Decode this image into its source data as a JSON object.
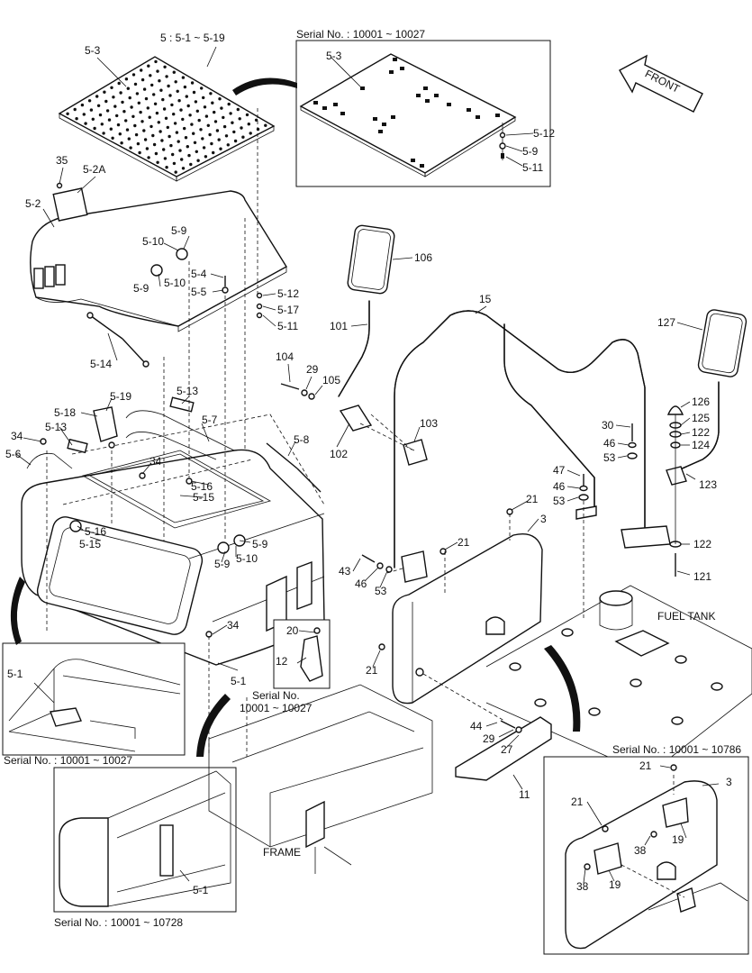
{
  "header": {
    "range_label": "5 : 5-1 ~ 5-19"
  },
  "insets": {
    "top_serial": "Serial No. : 10001 ~ 10027",
    "left_serial": "Serial No. : 10001 ~ 10027",
    "bottom_left_serial": "Serial No. : 10001 ~ 10728",
    "bottom_right_serial": "Serial No. : 10001 ~ 10786",
    "frame_serial_line1": "Serial No.",
    "frame_serial_line2": "10001 ~ 10027"
  },
  "annotations": {
    "front": "FRONT",
    "fuel_tank": "FUEL TANK",
    "frame": "FRAME"
  },
  "callouts": [
    "5-3",
    "35",
    "5-2A",
    "5-2",
    "5-9",
    "5-10",
    "5-9",
    "5-10",
    "5-4",
    "5-5",
    "5-12",
    "5-17",
    "5-11",
    "5-14",
    "5-13",
    "5-19",
    "5-18",
    "5-13",
    "5-7",
    "34",
    "5-6",
    "34",
    "5-8",
    "5-16",
    "5-15",
    "5-16",
    "5-15",
    "5-9",
    "5-9",
    "5-10",
    "34",
    "5-1",
    "20",
    "12",
    "5-3",
    "5-12",
    "5-9",
    "5-11",
    "106",
    "101",
    "104",
    "29",
    "105",
    "102",
    "103",
    "15",
    "127",
    "126",
    "125",
    "122",
    "124",
    "30",
    "46",
    "53",
    "123",
    "47",
    "46",
    "53",
    "21",
    "3",
    "21",
    "43",
    "46",
    "53",
    "122",
    "121",
    "21",
    "44",
    "29",
    "27",
    "11",
    "5-1",
    "5-1",
    "21",
    "3",
    "21",
    "38",
    "19",
    "38",
    "19"
  ]
}
